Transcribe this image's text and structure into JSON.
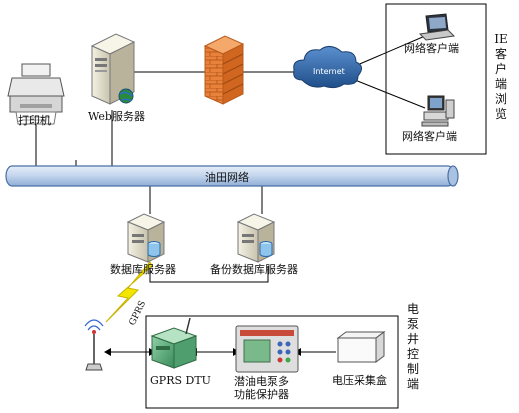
{
  "labels": {
    "printer": "打印机",
    "web_server": "Web服务器",
    "internet": "Internet",
    "client_top": "网络客户端",
    "client_bottom": "网络客户端",
    "ie_side": "IE客户端浏览",
    "network_bus": "油田网络",
    "db_server": "数据库服务器",
    "backup_server": "备份数据库服务器",
    "gprs_link": "GPRS",
    "gprs_dtu": "GPRS DTU",
    "protector_line1": "潜油电泵多",
    "protector_line2": "功能保护器",
    "voltage_box": "电压采集盒",
    "pump_side": "电泵井控制端"
  },
  "icons": {
    "printer": "printer-icon",
    "web_server": "server-icon",
    "firewall": "firewall-icon",
    "cloud": "cloud-icon",
    "laptop": "laptop-icon",
    "desktop": "desktop-computer-icon",
    "db_server": "database-server-icon",
    "antenna": "antenna-icon",
    "dtu": "dtu-modem-icon",
    "protector": "protector-panel-icon",
    "voltage_box": "box-icon",
    "lightning": "lightning-icon"
  },
  "colors": {
    "bus_fill": "#c9d9ee",
    "bus_stroke": "#4a6fa5",
    "firewall": "#e8813a",
    "cloud": "#3c6ea8",
    "lightning": "#f2e600",
    "line": "#000000"
  }
}
